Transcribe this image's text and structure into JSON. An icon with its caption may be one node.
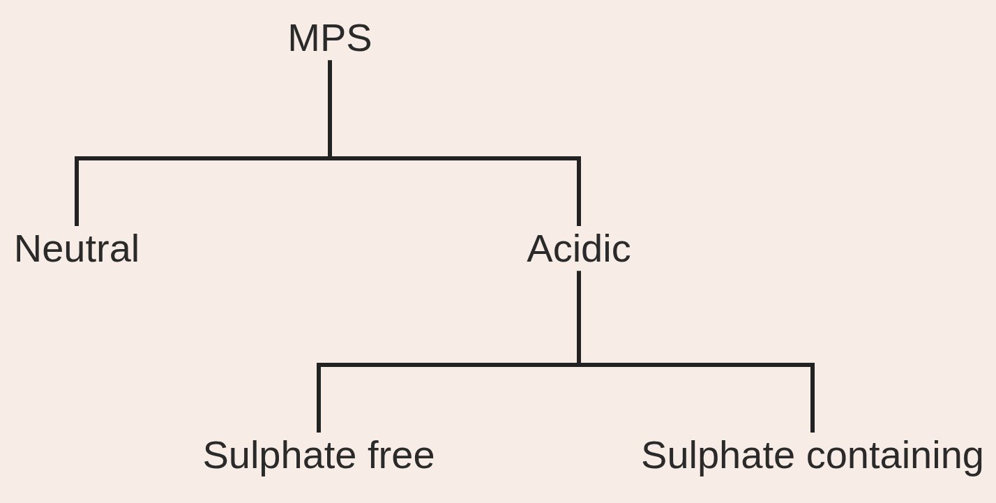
{
  "diagram": {
    "nodes": [
      {
        "text": [
          "MPS"
        ]
      },
      {
        "text": [
          "Neutral"
        ]
      },
      {
        "text": [
          "Acidic"
        ]
      },
      {
        "text": [
          "Sulphate free"
        ]
      },
      {
        "text": [
          "Sulphate containing"
        ]
      }
    ],
    "edges": [
      {
        "from": 0,
        "to": 1,
        "arrow": "none"
      },
      {
        "from": 0,
        "to": 2,
        "arrow": "none"
      },
      {
        "from": 2,
        "to": 3,
        "arrow": "none"
      },
      {
        "from": 2,
        "to": 4,
        "arrow": "none"
      }
    ]
  }
}
